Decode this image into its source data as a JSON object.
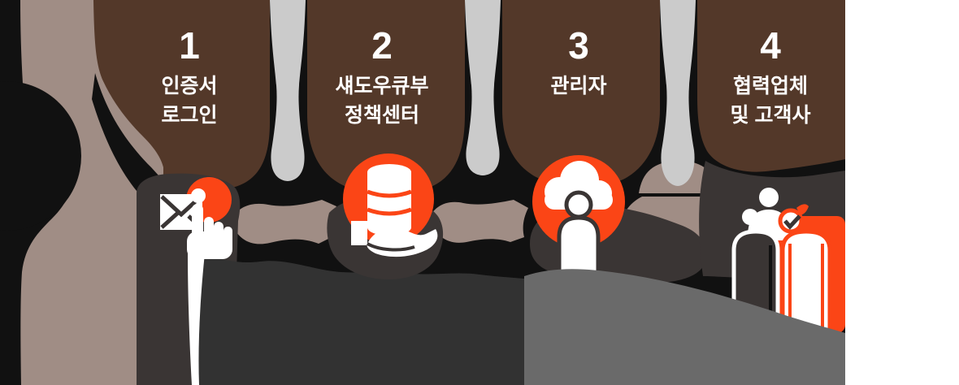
{
  "diagram_title": "certificate-login-policy-flow",
  "steps": [
    {
      "number": "1",
      "label_line1": "인증서",
      "label_line2": "로그인",
      "icon": "envelope-click-icon"
    },
    {
      "number": "2",
      "label_line1": "섀도우큐부",
      "label_line2": "정책센터",
      "icon": "hand-database-icon"
    },
    {
      "number": "3",
      "label_line1": "관리자",
      "label_line2": "",
      "icon": "cloud-admin-icon"
    },
    {
      "number": "4",
      "label_line1": "협력업체",
      "label_line2": "및 고객사",
      "icon": "partners-check-icon"
    }
  ],
  "colors": {
    "background": "#111111",
    "step_blob_brown": "#533829",
    "hanging_ribbon_gray": "#cbcbcb",
    "taupe": "#a08d85",
    "panel_dark": "#3a3534",
    "panel_darker": "#323232",
    "bottom_gray": "#6a6a6a",
    "accent_orange": "#fb4516",
    "icon_white": "#ffffff",
    "text": "#ffffff"
  }
}
